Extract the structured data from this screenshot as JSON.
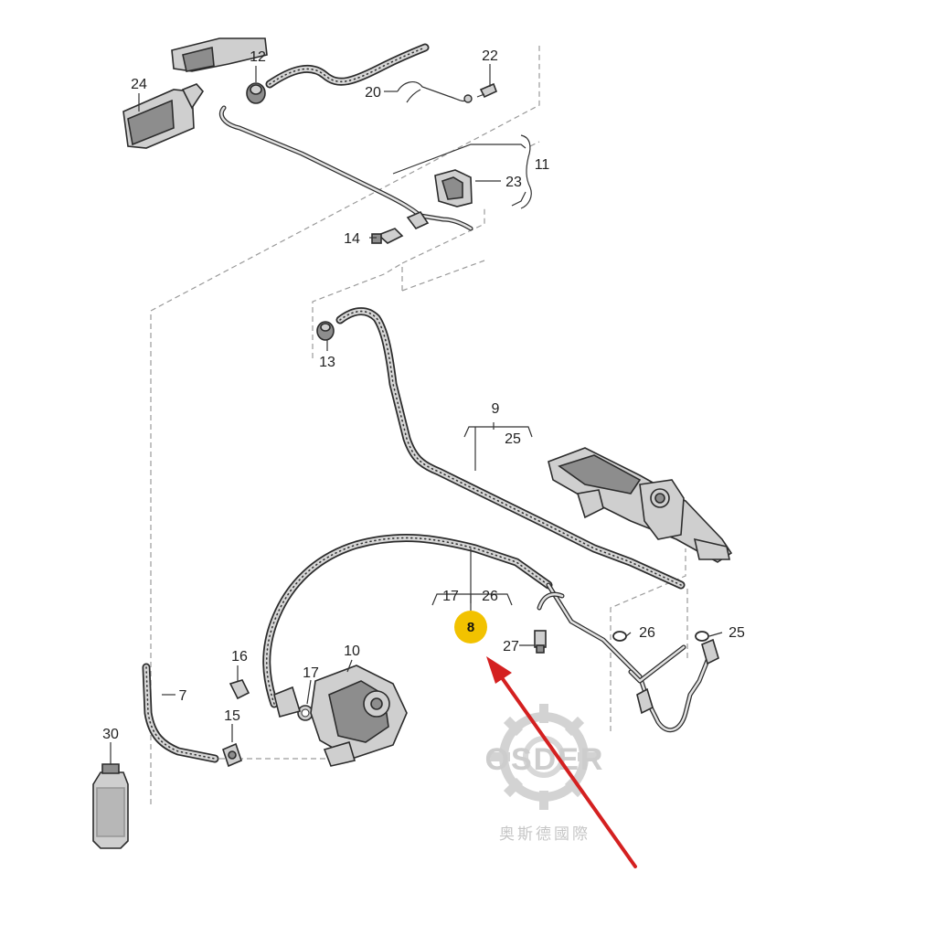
{
  "callouts": {
    "c7": "7",
    "c8": "8",
    "c9": "9",
    "c10": "10",
    "c11": "11",
    "c12": "12",
    "c13": "13",
    "c14": "14",
    "c15": "15",
    "c16": "16",
    "c17a": "17",
    "c17b": "17",
    "c20": "20",
    "c22": "22",
    "c23": "23",
    "c24": "24",
    "c25a": "25",
    "c25b": "25",
    "c26a": "26",
    "c26b": "26",
    "c27": "27",
    "c30": "30"
  },
  "highlighted_part": "8",
  "watermark": {
    "brand": "OSDER",
    "subtitle": "奥斯德國際"
  },
  "colors": {
    "highlight": "#f2c200",
    "arrow": "#d42020",
    "watermark": "#c8c8c8"
  },
  "icons": {
    "arrow": "red-pointer-arrow-icon",
    "watermark_gear": "gear-logo-icon",
    "fluid_bottle": "fluid-bottle-icon",
    "steering_pump": "power-steering-pump-icon",
    "steering_rack": "steering-rack-icon"
  }
}
